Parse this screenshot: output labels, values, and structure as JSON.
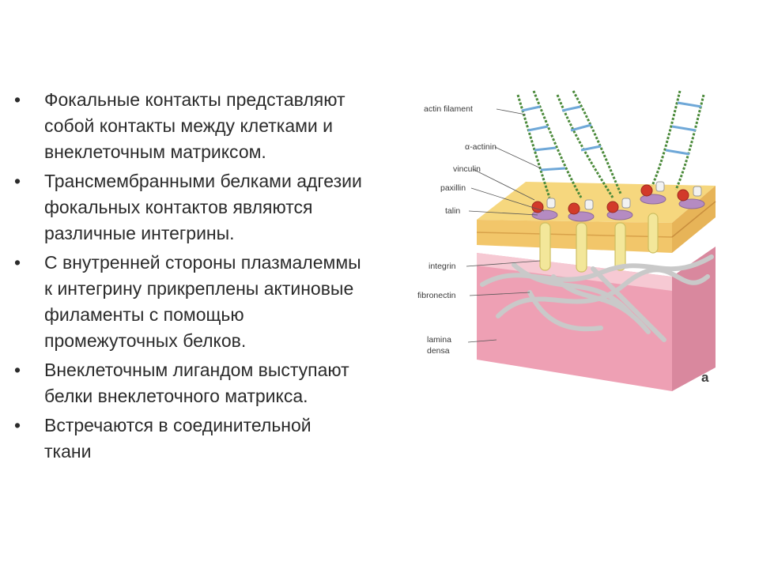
{
  "slide": {
    "bullets": [
      "Фокальные контакты представляют собой контакты между клетками и внеклеточным матриксом.",
      "Трансмембранными белками адгезии фокальных контактов являются различные интегрины.",
      "С внутренней стороны плазмалеммы к интегрину прикреплены актиновые филаменты с помощью промежуточных белков.",
      "Внеклеточным лигандом выступают белки внеклеточного матрикса.",
      "Встречаются в соединительной ткани"
    ],
    "bullet_char": "•"
  },
  "figure": {
    "labels": {
      "actin": "actin filament",
      "alpha_actinin": "α-actinin",
      "vinculin": "vinculin",
      "paxillin": "paxillin",
      "talin": "talin",
      "integrin": "integrin",
      "fibronectin": "fibronectin",
      "lamina1": "lamina",
      "lamina2": "densa"
    },
    "panel_letter": "a",
    "colors": {
      "membrane": "#f6d77e",
      "lamina": "#eea0b4",
      "actin": "#4b8a3a",
      "alpha_actinin": "#6fa8d8",
      "talin_paxillin": "#b58bc2",
      "vinculin": "#d23a2a",
      "integrin": "#f3e79a",
      "fibronectin": "#c9c9c9"
    }
  }
}
